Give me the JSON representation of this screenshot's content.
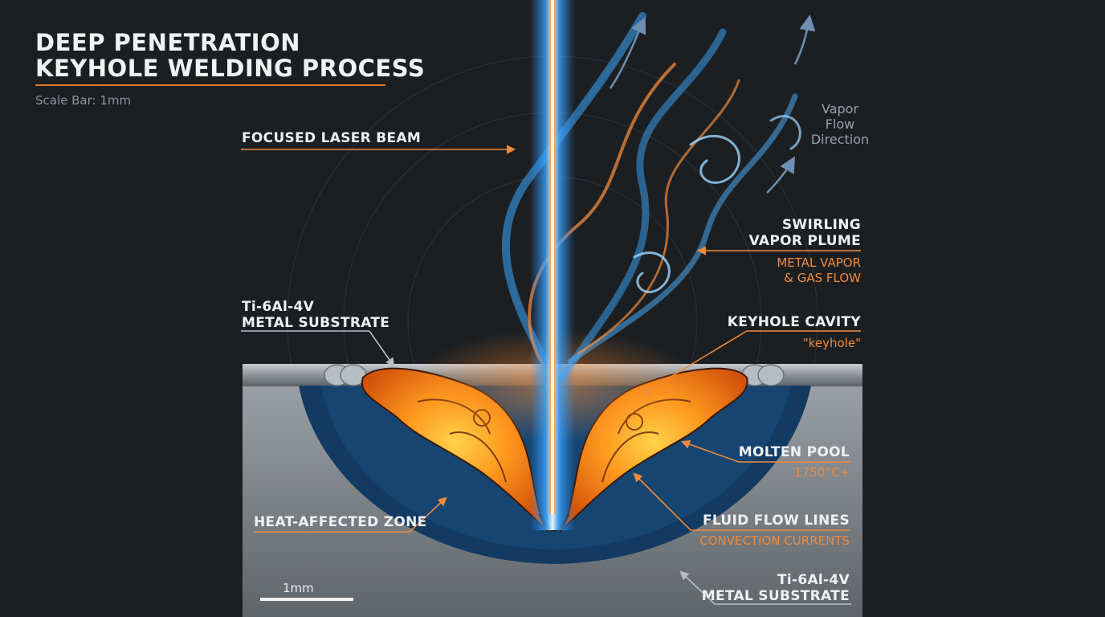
{
  "title": {
    "line1": "DEEP PENETRATION",
    "line2": "KEYHOLE WELDING PROCESS",
    "scale_caption": "Scale Bar: 1mm"
  },
  "labels": {
    "laser_beam": "FOCUSED LASER BEAM",
    "vapor_flow": {
      "line1": "Vapor",
      "line2": "Flow",
      "line3": "Direction"
    },
    "vapor_plume": {
      "line1": "SWIRLING",
      "line2": "VAPOR PLUME",
      "sub1": "METAL VAPOR",
      "sub2": "& GAS FLOW"
    },
    "substrate_top": {
      "line1": "Ti-6Al-4V",
      "line2": "METAL SUBSTRATE"
    },
    "keyhole": {
      "title": "KEYHOLE CAVITY",
      "sub": "\"keyhole\""
    },
    "molten_pool": {
      "title": "MOLTEN POOL",
      "sub": "1750°C+"
    },
    "haz": "HEAT-AFFECTED ZONE",
    "fluid_flow": {
      "title": "FLUID FLOW LINES",
      "sub": "CONVECTION CURRENTS"
    },
    "substrate_bottom": {
      "line1": "Ti-6Al-4V",
      "line2": "METAL SUBSTRATE"
    },
    "scale_bar": "1mm"
  },
  "colors": {
    "background": "#1c1f22",
    "accent_orange": "#f08a3c",
    "laser_blue": "#3aa8ff",
    "molten": "#ff8a1e",
    "haz_blue": "#123a63",
    "substrate": "#8c9196"
  }
}
